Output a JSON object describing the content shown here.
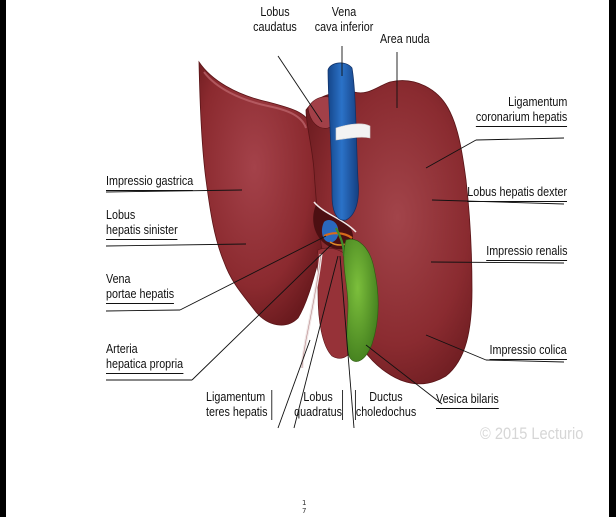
{
  "labels": {
    "lobus_caudatus": [
      "Lobus",
      "caudatus"
    ],
    "vena_cava_inferior": [
      "Vena",
      "cava inferior"
    ],
    "area_nuda": "Area nuda",
    "ligamentum_coronarium": [
      "Ligamentum",
      "coronarium hepatis"
    ],
    "impressio_gastrica": "Impressio gastrica",
    "lobus_hepatis_dexter": "Lobus hepatis dexter",
    "lobus_hepatis_sinister": [
      "Lobus",
      "hepatis sinister"
    ],
    "impressio_renalis": "Impressio renalis",
    "vena_portae": [
      "Vena",
      "portae hepatis"
    ],
    "arteria_hepatica": [
      "Arteria",
      "hepatica propria"
    ],
    "impressio_colica": "Impressio colica",
    "ligamentum_teres": [
      "Ligamentum",
      "teres hepatis"
    ],
    "lobus_quadratus": [
      "Lobus",
      "quadratus"
    ],
    "ductus_choledochus": [
      "Ductus",
      "choledochus"
    ],
    "vesica_bilaris": "Vesica bilaris"
  },
  "copyright": "© 2015 Lecturio",
  "page_number": [
    "1",
    "7"
  ],
  "colors": {
    "liver": "#8e2a2c",
    "liver_dark": "#6e1a1d",
    "liver_light": "#a8474a",
    "vena_cava": "#1f5fb0",
    "gallbladder": "#5f9e2f",
    "artery": "#d86a1a",
    "background_frame": "#000000"
  }
}
